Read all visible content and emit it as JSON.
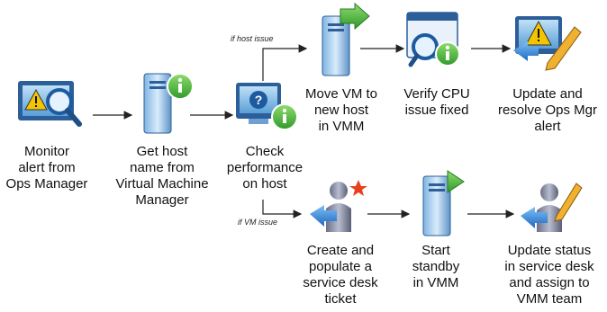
{
  "steps": {
    "monitor": "Monitor\nalert from\nOps Manager",
    "get_host": "Get host\nname from\nVirtual Machine\nManager",
    "check_perf": "Check\nperformance\non host",
    "move_vm": "Move VM to\nnew host\nin VMM",
    "verify_cpu": "Verify CPU\nissue fixed",
    "update_resolve": "Update and\nresolve Ops Mgr\nalert",
    "create_ticket": "Create and\npopulate a\nservice desk\nticket",
    "start_standby": "Start\nstandby\nin VMM",
    "update_status": "Update status\nin service desk\nand assign to\nVMM team"
  },
  "branches": {
    "host_issue": "if host issue",
    "vm_issue": "if VM issue"
  },
  "icons": {
    "monitor": "monitor-warning-magnifier-icon",
    "get_host": "server-info-icon",
    "check_perf": "monitor-help-info-icon",
    "move_vm": "server-arrow-icon",
    "verify_cpu": "window-magnifier-info-icon",
    "update_resolve": "warning-pencil-icon",
    "create_ticket": "user-star-icon",
    "start_standby": "server-play-icon",
    "update_status": "user-pencil-icon"
  }
}
